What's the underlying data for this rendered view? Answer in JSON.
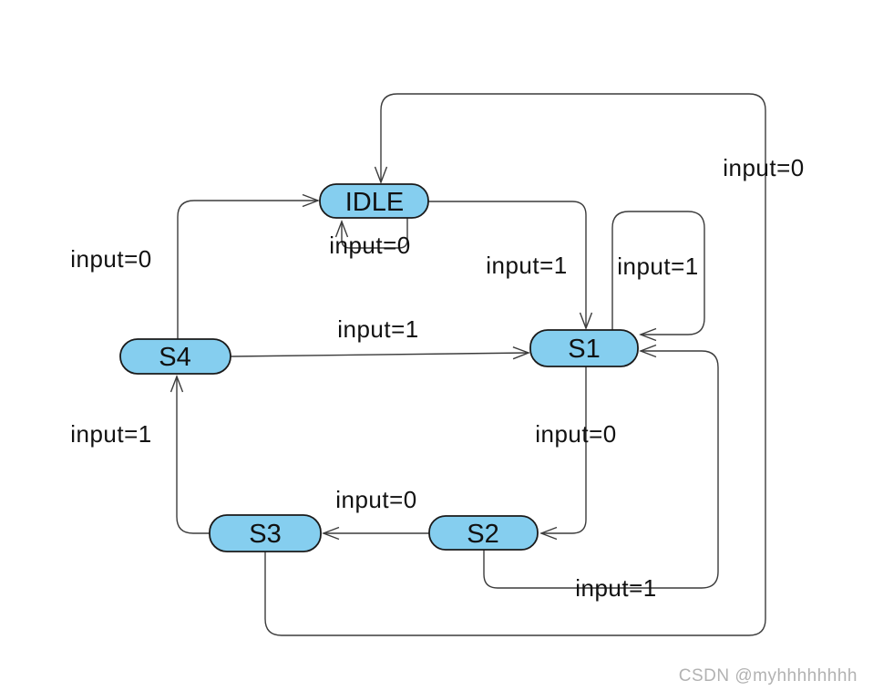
{
  "diagram": {
    "type": "state-machine",
    "nodes": [
      {
        "id": "IDLE",
        "label": "IDLE"
      },
      {
        "id": "S1",
        "label": "S1"
      },
      {
        "id": "S2",
        "label": "S2"
      },
      {
        "id": "S3",
        "label": "S3"
      },
      {
        "id": "S4",
        "label": "S4"
      }
    ],
    "edges": [
      {
        "from": "IDLE",
        "to": "S1",
        "label": "input=1"
      },
      {
        "from": "IDLE",
        "to": "IDLE",
        "label": "input=0"
      },
      {
        "from": "S1",
        "to": "S1",
        "label": "input=1"
      },
      {
        "from": "S1",
        "to": "S2",
        "label": "input=0"
      },
      {
        "from": "S2",
        "to": "S3",
        "label": "input=0"
      },
      {
        "from": "S2",
        "to": "S1",
        "label": "input=1"
      },
      {
        "from": "S3",
        "to": "S4",
        "label": "input=1"
      },
      {
        "from": "S3",
        "to": "IDLE",
        "label": "input=0"
      },
      {
        "from": "S4",
        "to": "S1",
        "label": "input=1"
      },
      {
        "from": "S4",
        "to": "IDLE",
        "label": "input=0"
      }
    ],
    "colors": {
      "node_fill": "#85CEEF",
      "node_stroke": "#1a1a1a",
      "edge_stroke": "#3c3c3c",
      "label_color": "#111111"
    }
  },
  "watermark": {
    "text": "CSDN @myhhhhhhhh",
    "color": "#b2b2b2"
  }
}
